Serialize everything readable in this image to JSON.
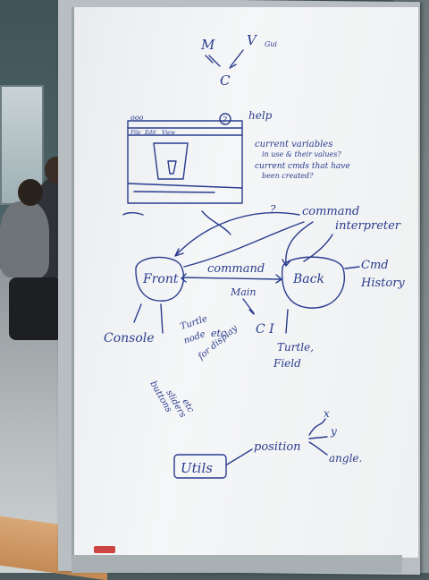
{
  "scene": "whiteboard-sketch",
  "whiteboard": {
    "top_letters": {
      "m": "M",
      "v": "V",
      "c": "C",
      "gui": "Gui"
    },
    "sketch_menu": {
      "file": "File",
      "edit": "Edit",
      "view": "View"
    },
    "help_label": "help",
    "help_mark": "?",
    "notes": {
      "line1": "current variables",
      "line2": "in use & their values?",
      "line3": "current cmds that have",
      "line4": "been created?"
    },
    "question_mark": "?",
    "command_interpreter": {
      "line1": "command",
      "line2": "interpreter"
    },
    "front_label": "Front",
    "back_label": "Back",
    "command_label": "command",
    "main_label": "Main",
    "ci_label": "C I",
    "cmd_history": {
      "line1": "Cmd",
      "line2": "History"
    },
    "console_label": "Console",
    "turtle_note": {
      "line1": "Turtle",
      "line2": "node",
      "line3": "for display"
    },
    "etc_label": "etc.",
    "buttons_note": {
      "line1": "buttons",
      "line2": "sliders",
      "line3": "etc"
    },
    "turtle_field": {
      "line1": "Turtle,",
      "line2": "Field"
    },
    "utils_label": "Utils",
    "position_label": "position",
    "x_label": "x",
    "y_label": "y",
    "angle_label": "angle."
  }
}
